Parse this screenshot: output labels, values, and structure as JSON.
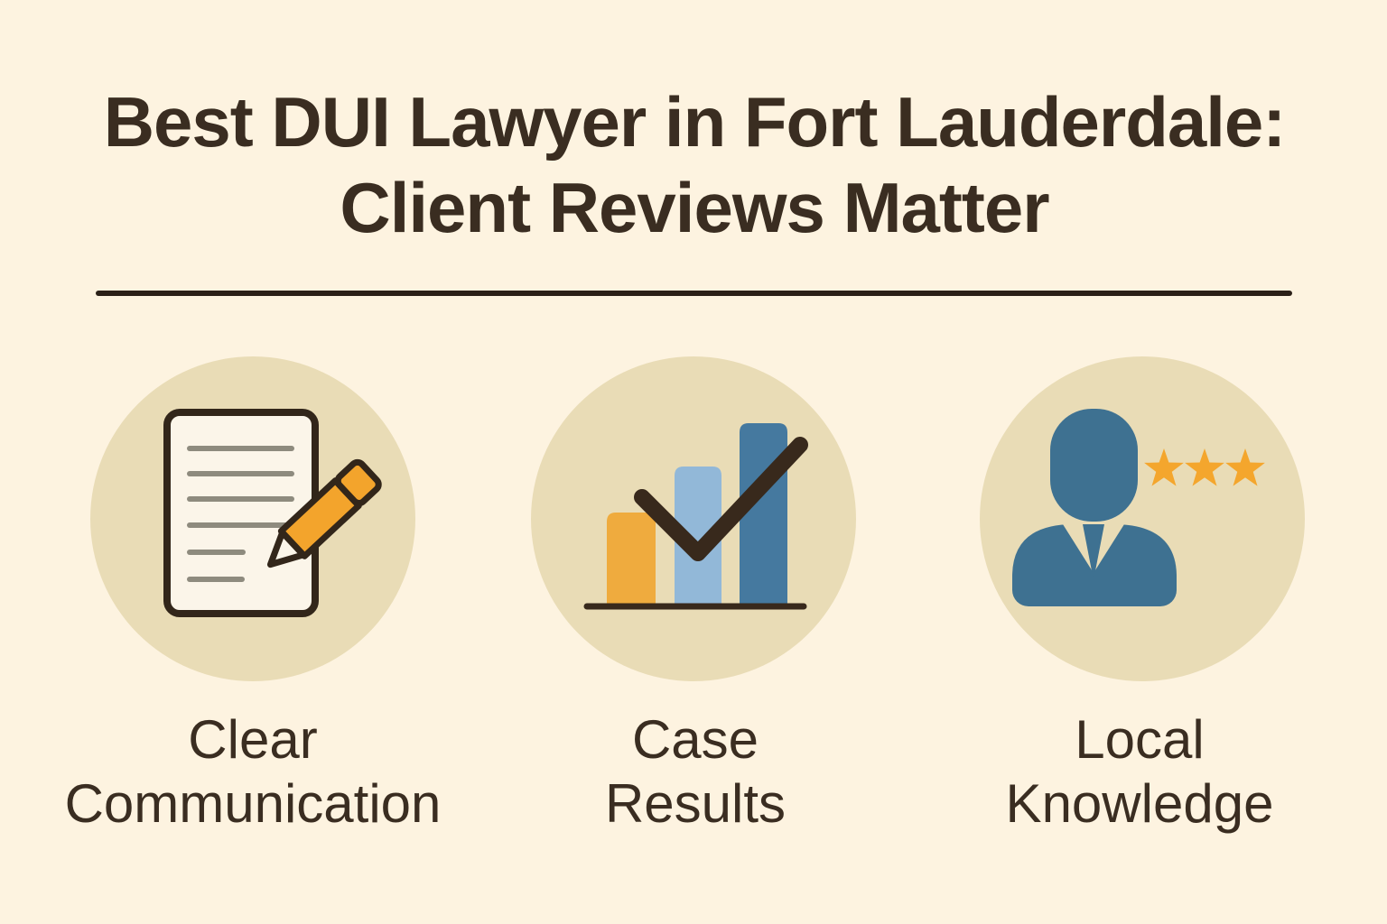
{
  "theme": {
    "bg": "#fdf3e0",
    "circle_bg": "#e9dcb6",
    "text_dark": "#3a2d21",
    "divider": "#2b2018",
    "paper": "#fbf5e9",
    "outline": "#32261a",
    "line_gray": "#8e8b7e",
    "pencil_orange": "#f3a42c",
    "bar_orange": "#efab3e",
    "bar_light_blue": "#92b8d8",
    "bar_dark_blue": "#45799f",
    "person_blue": "#3e7191",
    "star_orange": "#f4a62d",
    "check_dark": "#38291c"
  },
  "title": {
    "line1": "Best DUI Lawyer in Fort Lauderdale:",
    "line2": "Client Reviews Matter"
  },
  "items": [
    {
      "icon": "document-pencil-icon",
      "label_line1": "Clear",
      "label_line2": "Communication"
    },
    {
      "icon": "bar-chart-checkmark-icon",
      "label_line1": "Case",
      "label_line2": "Results"
    },
    {
      "icon": "person-three-stars-icon",
      "label_line1": "Local",
      "label_line2": "Knowledge"
    }
  ]
}
